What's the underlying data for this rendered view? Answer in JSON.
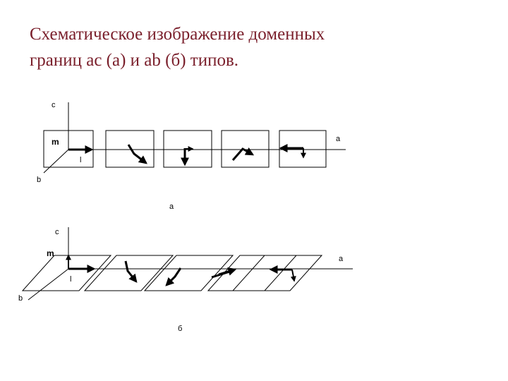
{
  "title": {
    "line1": "Схематическое изображение доменных",
    "line2": "границ ac (a) и ab (б) типов."
  },
  "diagram_a": {
    "axis_c": "c",
    "axis_m": "m",
    "axis_l": "l",
    "axis_b": "b",
    "axis_a": "a",
    "caption": "a"
  },
  "diagram_b": {
    "axis_c": "c",
    "axis_m": "m",
    "axis_l": "l",
    "axis_b": "b",
    "axis_a": "a",
    "caption": "б"
  }
}
